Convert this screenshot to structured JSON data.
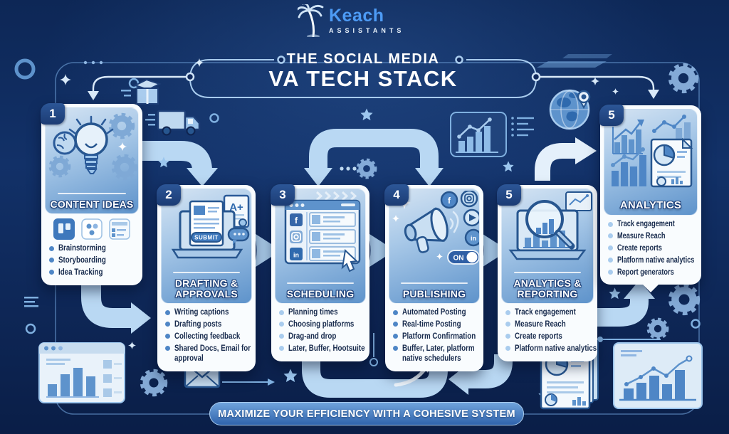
{
  "brand": {
    "name": "Keach",
    "subtitle": "ASSISTANTS"
  },
  "header": {
    "title_line1": "THE SOCIAL MEDIA",
    "title_line2": "VA TECH STACK"
  },
  "footer": {
    "banner": "MAXIMIZE YOUR EFFICIENCY WITH A COHESIVE SYSTEM"
  },
  "glyphs": {
    "facebook": "f",
    "linkedin": "in"
  },
  "steps": [
    {
      "number": "1",
      "title": "CONTENT IDEAS",
      "icon": "lightbulb-brain-gears-icon",
      "items": [
        "Brainstorming",
        "Storyboarding",
        "Idea Tracking"
      ],
      "bullet_color": "#4E86C6"
    },
    {
      "number": "2",
      "title": "DRAFTING & APPROVALS",
      "icon": "laptop-submit-document-icon",
      "submit_label": "SUBMIT",
      "grade_label": "A+",
      "items": [
        "Writing captions",
        "Drafting posts",
        "Collecting feedback",
        "Shared Docs, Email for approval"
      ],
      "bullet_color": "#4E86C6"
    },
    {
      "number": "3",
      "title": "SCHEDULING",
      "icon": "scheduler-browser-icon",
      "items": [
        "Planning times",
        "Choosing platforms",
        "Drag-and drop",
        "Later, Buffer, Hootsuite"
      ],
      "bullet_color": "#A9CCEE"
    },
    {
      "number": "4",
      "title": "PUBLISHING",
      "icon": "megaphone-social-icon",
      "toggle_label": "ON",
      "items": [
        "Automated Posting",
        "Real-time Posting",
        "Platform Confirmation",
        "Buffer, Later, platform native schedulers"
      ],
      "bullet_color": "#4E86C6"
    },
    {
      "number": "5",
      "title": "ANALYTICS & REPORTING",
      "icon": "laptop-magnifier-icon",
      "items": [
        "Track engagement",
        "Measure Reach",
        "Create reports",
        "Platform native analytics"
      ],
      "bullet_color": "#A9CCEE"
    },
    {
      "number": "5",
      "title": "ANALYTICS",
      "icon": "charts-report-icon",
      "items": [
        "Track engagement",
        "Measure Reach",
        "Create reports",
        "Platform native analytics",
        "Report generators"
      ],
      "bullet_color": "#A9CCEE"
    }
  ],
  "colors": {
    "background": "#0F2A5C",
    "accent_light": "#A9CCEE",
    "tube_arrow": "#B9D8F3",
    "card_body": "#F9FCFE",
    "text_navy": "#182B4D",
    "brand_blue": "#4D9BF5",
    "banner_top": "#6FA3DC",
    "banner_bottom": "#2F63AC"
  },
  "decorative_icons": [
    "palm-tree-icon",
    "gear-icon",
    "star-icon",
    "sparkle-icon",
    "package-icon",
    "truck-icon",
    "globe-pin-icon",
    "envelope-icon",
    "bar-chart-window-icon",
    "line-chart-window-icon",
    "mini-chart-box-icon",
    "documents-pie-icon",
    "trello-tile-icon",
    "dots-tile-icon",
    "board-tile-icon",
    "facebook-icon",
    "instagram-icon",
    "linkedin-icon",
    "youtube-icon",
    "cursor-icon",
    "flow-arrow"
  ]
}
